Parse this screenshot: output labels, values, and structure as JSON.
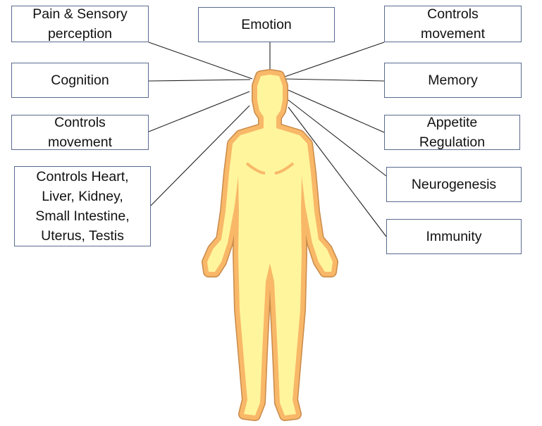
{
  "labels": {
    "pain": "Pain & Sensory\nperception",
    "emotion": "Emotion",
    "controls_movement_right": "Controls\nmovement",
    "cognition": "Cognition",
    "memory": "Memory",
    "controls_movement_left": "Controls\nmovement",
    "appetite": "Appetite\nRegulation",
    "organs": "Controls Heart,\nLiver, Kidney,\nSmall Intestine,\nUterus, Testis",
    "neurogenesis": "Neurogenesis",
    "immunity": "Immunity"
  },
  "colors": {
    "body_fill": "#fff59d",
    "body_band": "#f8b868",
    "body_edge": "#c98a4a",
    "box_border": "#5a6a8f",
    "line": "#222222"
  }
}
